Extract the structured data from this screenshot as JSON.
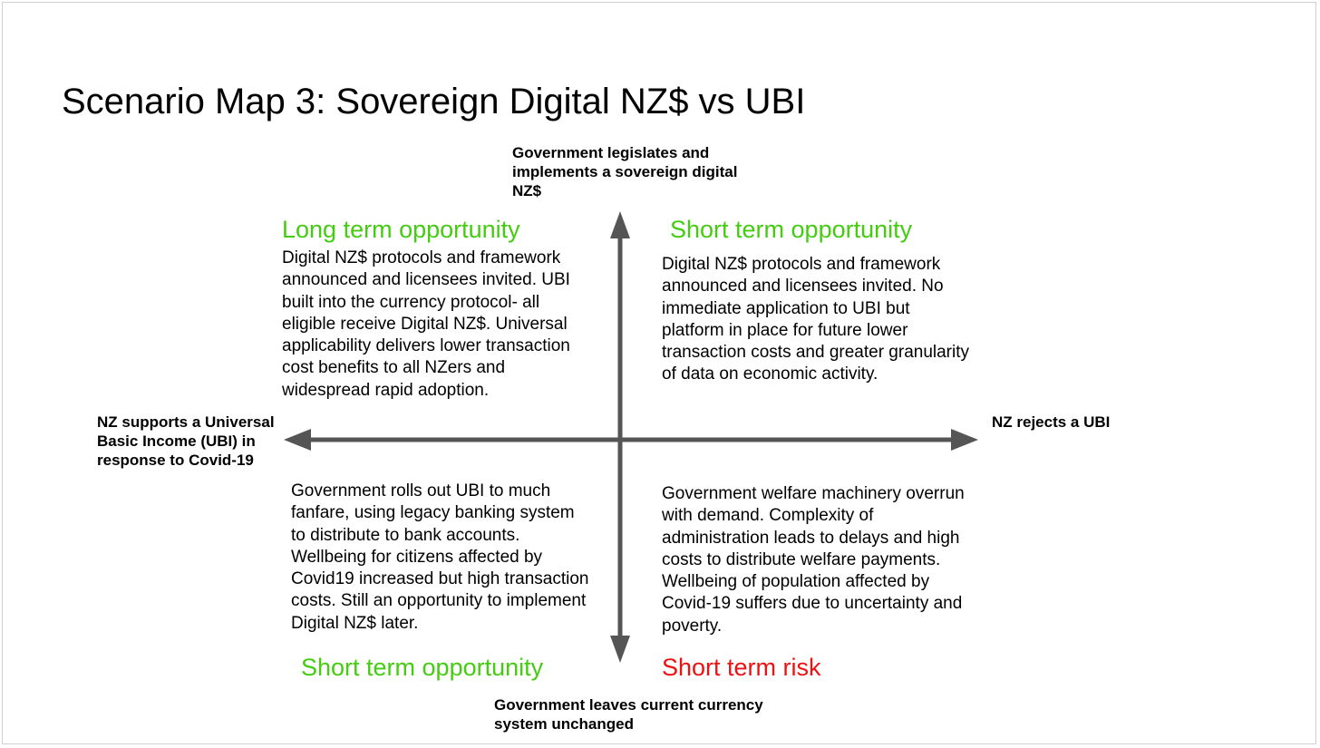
{
  "title": "Scenario Map 3: Sovereign Digital NZ$ vs UBI",
  "axes": {
    "top": "Government legislates and implements a sovereign digital NZ$",
    "bottom": "Government leaves current currency system unchanged",
    "left": "NZ supports a Universal Basic Income (UBI) in response to Covid-19",
    "right": "NZ rejects a UBI"
  },
  "colors": {
    "opportunity": "#44cc11",
    "risk": "#ee1111",
    "axis": "#555555"
  },
  "quadrants": {
    "top_left": {
      "heading": "Long term opportunity",
      "body": "Digital NZ$ protocols and framework announced and licensees invited. UBI built into the currency protocol- all eligible receive Digital NZ$. Universal applicability delivers lower transaction cost benefits to all NZers and widespread rapid adoption."
    },
    "top_right": {
      "heading": "Short term opportunity",
      "body": "Digital NZ$ protocols and framework announced and licensees invited. No immediate application to UBI but platform in place for future lower transaction costs and greater granularity of data on economic activity."
    },
    "bottom_left": {
      "heading": "Short term opportunity",
      "body": "Government rolls out UBI to much fanfare, using legacy banking system to distribute to bank accounts. Wellbeing for citizens affected by Covid19 increased but high transaction costs. Still an opportunity to implement Digital NZ$ later."
    },
    "bottom_right": {
      "heading": "Short term risk",
      "body": "Government welfare machinery overrun with demand. Complexity of administration leads to delays and high costs to distribute welfare payments. Wellbeing of population affected by Covid-19 suffers due to uncertainty and poverty."
    }
  }
}
